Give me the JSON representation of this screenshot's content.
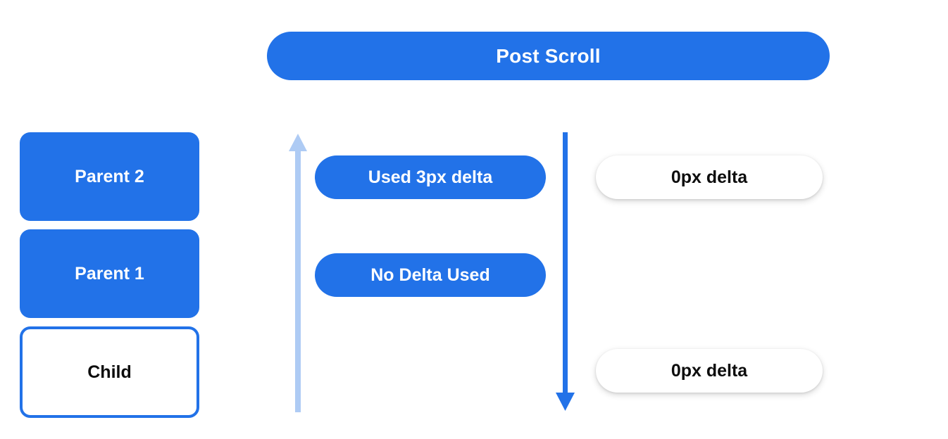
{
  "header": {
    "title": "Post Scroll"
  },
  "left_stack": {
    "nodes": [
      {
        "label": "Parent 2",
        "style": "filled"
      },
      {
        "label": "Parent 1",
        "style": "filled"
      },
      {
        "label": "Child",
        "style": "outlined"
      }
    ]
  },
  "arrows": [
    {
      "name": "scroll-up-arrow",
      "direction": "up",
      "color": "#aecbf4"
    },
    {
      "name": "scroll-down-arrow",
      "direction": "down",
      "color": "#2272e8"
    }
  ],
  "middle_labels": [
    {
      "label": "Used 3px delta"
    },
    {
      "label": "No Delta Used"
    }
  ],
  "right_labels": [
    {
      "label": "0px delta"
    },
    {
      "label": "0px delta"
    }
  ],
  "colors": {
    "accent_blue": "#2272e8",
    "light_blue": "#aecbf4",
    "text_white": "#ffffff",
    "text_dark": "#0d0d0d",
    "background": "#ffffff"
  }
}
